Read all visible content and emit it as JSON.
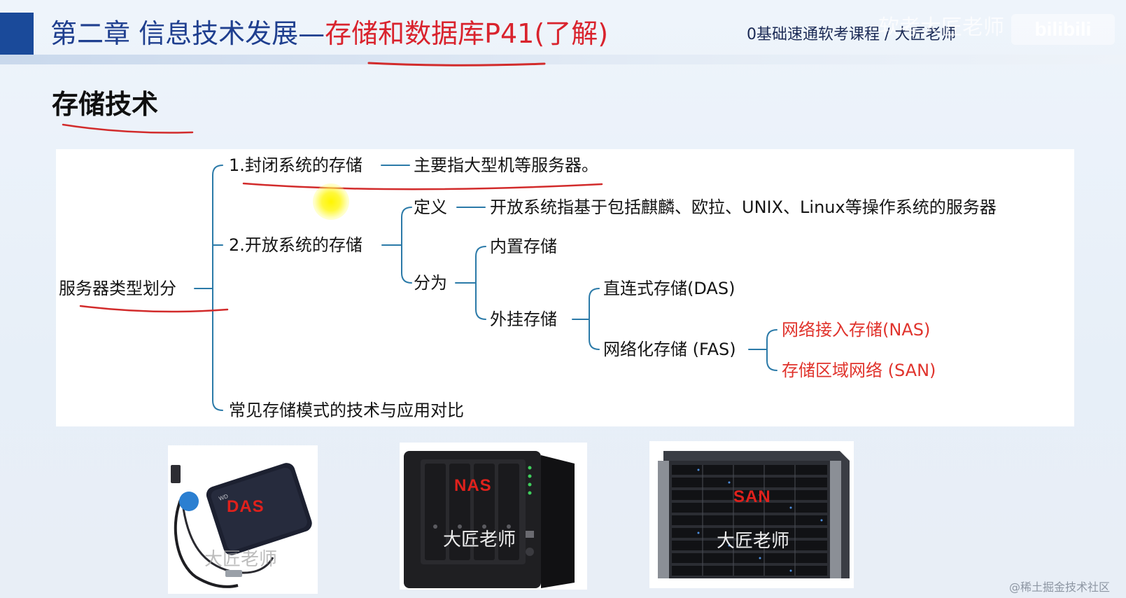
{
  "header": {
    "title_main": "第二章 信息技术发展—",
    "title_highlight": "存储和数据库P41(了解)",
    "course": "0基础速通软考课程 / 大匠老师",
    "watermark": "软考大匠老师",
    "platform_logo": "bilibili"
  },
  "section": {
    "title": "存储技术"
  },
  "tree": {
    "root": "服务器类型划分",
    "closed_storage": "1.封闭系统的存储",
    "closed_storage_desc": "主要指大型机等服务器。",
    "open_storage": "2.开放系统的存储",
    "definition_label": "定义",
    "definition_text": "开放系统指基于包括麒麟、欧拉、UNIX、Linux等操作系统的服务器",
    "divided_label": "分为",
    "internal_storage": "内置存储",
    "external_storage": "外挂存储",
    "das": "直连式存储(DAS)",
    "fas": "网络化存储 (FAS)",
    "nas": "网络接入存储(NAS)",
    "san": "存储区域网络 (SAN)",
    "comparison": "常见存储模式的技术与应用对比"
  },
  "images": [
    {
      "label": "DAS",
      "watermark": "大匠老师"
    },
    {
      "label": "NAS",
      "watermark": "大匠老师"
    },
    {
      "label": "SAN",
      "watermark": "大匠老师"
    }
  ],
  "footer": {
    "credit": "@稀土掘金技术社区"
  },
  "colors": {
    "title_blue": "#1f3f8f",
    "accent_red": "#d9232d",
    "bracket_blue": "#2b7aa8",
    "annotation_red": "#d22b2b"
  }
}
